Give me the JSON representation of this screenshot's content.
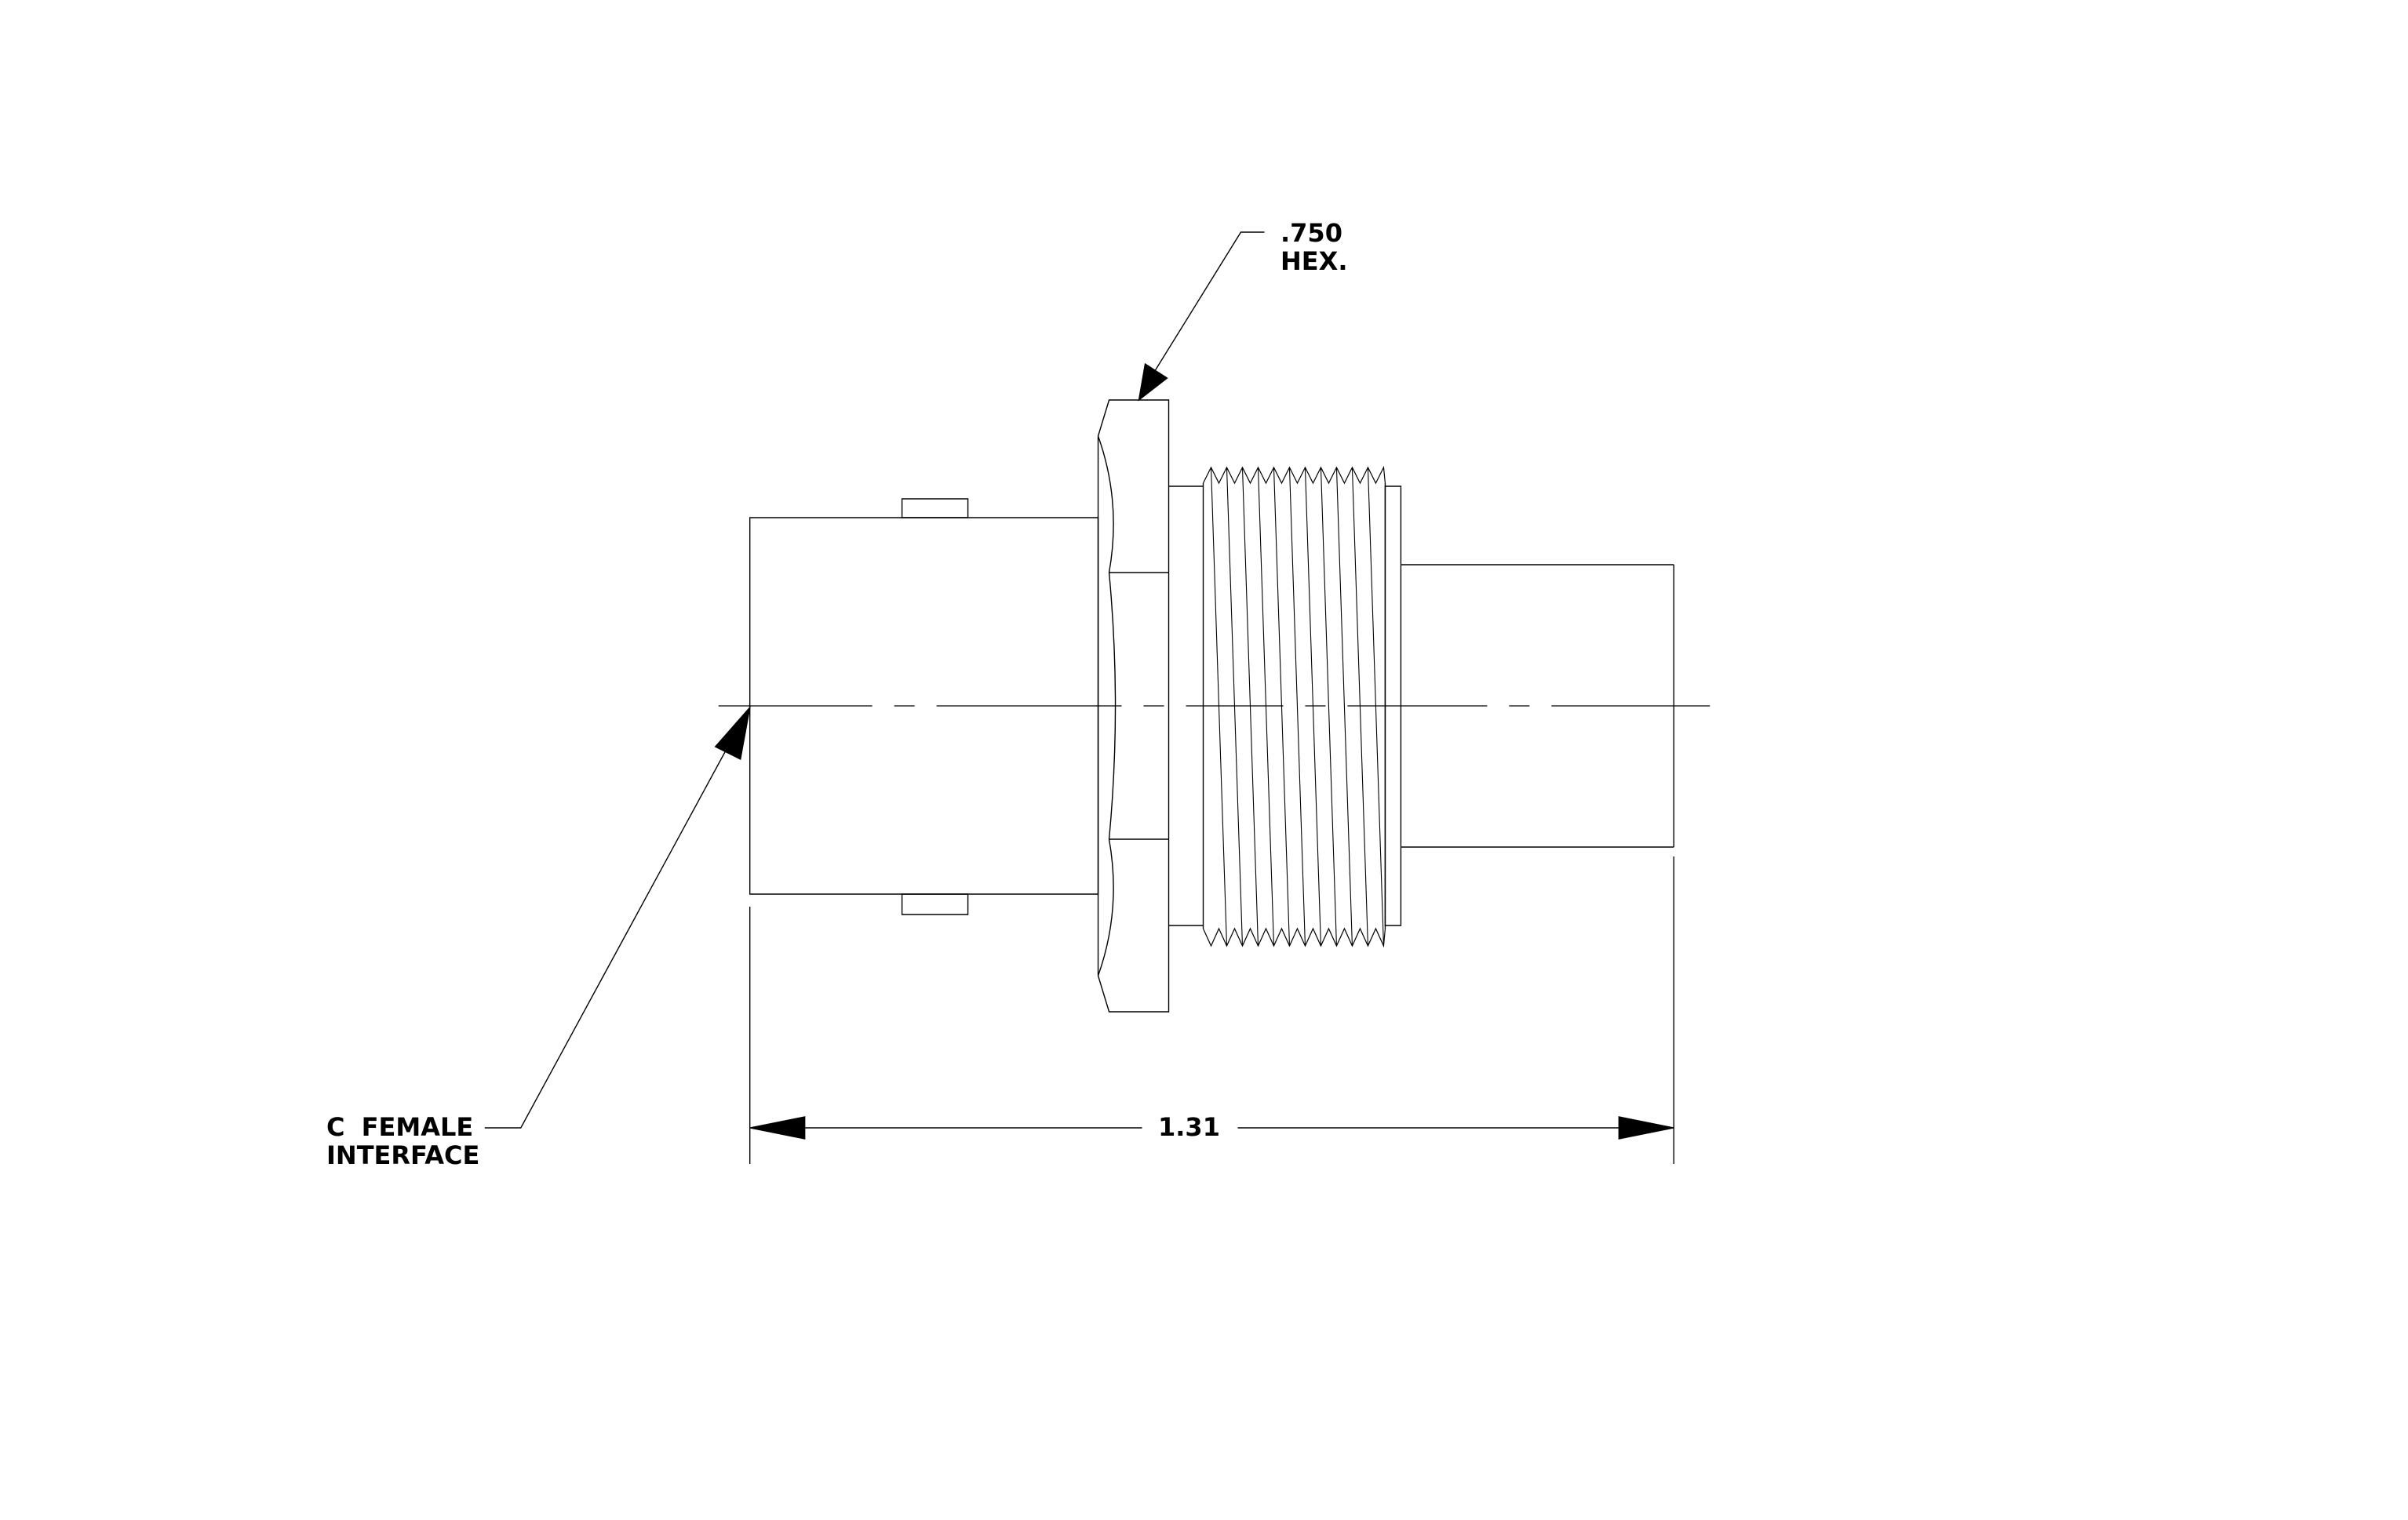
{
  "drawing": {
    "hex_callout": {
      "line1": ".750",
      "line2": "HEX."
    },
    "overall_length": {
      "value": "1.31"
    },
    "interface_callout": {
      "line1": "C FEMALE",
      "line2": "INTERFACE"
    }
  },
  "colors": {
    "ink": "#000000",
    "paper": "#ffffff"
  }
}
